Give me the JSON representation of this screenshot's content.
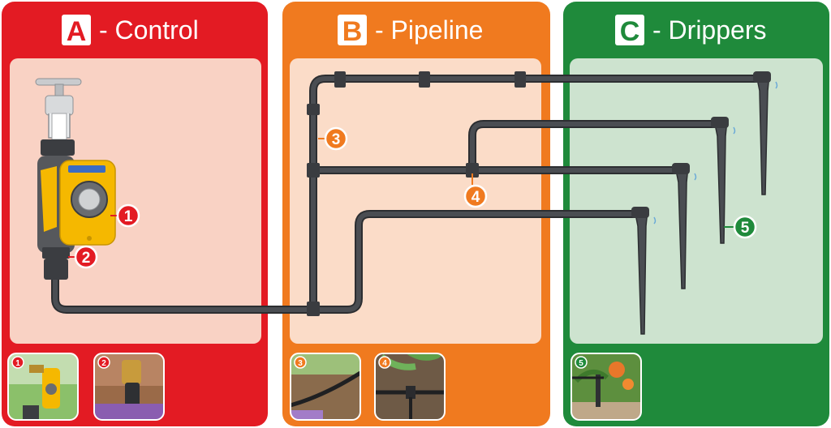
{
  "sections": [
    {
      "letter": "A",
      "name": "- Control",
      "color": "#e31b23",
      "inner": "#f9d2c4"
    },
    {
      "letter": "B",
      "name": "- Pipeline",
      "color": "#f07a1f",
      "inner": "#fbdcc8"
    },
    {
      "letter": "C",
      "name": "- Drippers",
      "color": "#1f8a3b",
      "inner": "#cde3cf"
    }
  ],
  "callouts": [
    {
      "num": "1",
      "color": "#e31b23"
    },
    {
      "num": "2",
      "color": "#e31b23"
    },
    {
      "num": "3",
      "color": "#f07a1f"
    },
    {
      "num": "4",
      "color": "#f07a1f"
    },
    {
      "num": "5",
      "color": "#1f8a3b"
    }
  ],
  "thumbnails": [
    {
      "num": "1",
      "subject": "water-timer-photo"
    },
    {
      "num": "2",
      "subject": "tap-connector-photo"
    },
    {
      "num": "3",
      "subject": "pipe-on-soil-photo"
    },
    {
      "num": "4",
      "subject": "tee-connector-photo"
    },
    {
      "num": "5",
      "subject": "dripper-in-pot-photo"
    }
  ],
  "colors": {
    "pipe": "#4a4d52",
    "pipe_outline": "#2c2e31",
    "timer_yellow": "#f5b800",
    "timer_grey": "#56585c"
  }
}
